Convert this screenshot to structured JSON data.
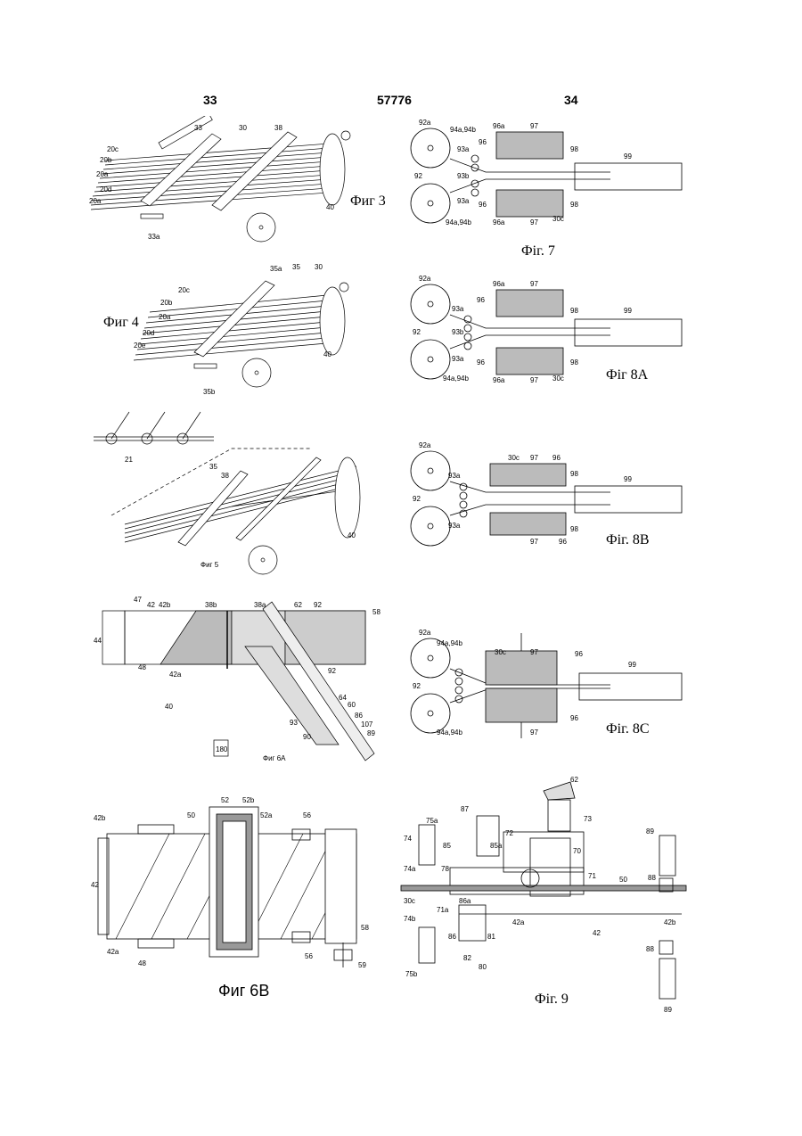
{
  "header": {
    "left_page": "33",
    "patent_number": "57776",
    "right_page": "34"
  },
  "figures": {
    "fig3": {
      "caption": "Фиг 3",
      "labels": [
        "33",
        "30",
        "38",
        "20c",
        "20b",
        "20a",
        "20d",
        "20a",
        "33a",
        "40"
      ]
    },
    "fig4": {
      "caption": "Фиг 4",
      "labels": [
        "35a",
        "35",
        "30",
        "20c",
        "20b",
        "20a",
        "20d",
        "20e",
        "40",
        "35b"
      ]
    },
    "fig5": {
      "caption": "Фиг 5",
      "labels": [
        "21",
        "35",
        "38",
        "40"
      ]
    },
    "fig6a": {
      "caption": "Фиг 6A",
      "labels": [
        "47",
        "42",
        "42b",
        "38b",
        "38a",
        "62",
        "92",
        "58",
        "44",
        "42a",
        "48",
        "92",
        "90",
        "64",
        "60",
        "93",
        "86",
        "107",
        "89",
        "40",
        "180"
      ]
    },
    "fig6b": {
      "caption": "Фиг 6B",
      "labels": [
        "42b",
        "50",
        "52",
        "52b",
        "52a",
        "56",
        "42",
        "42a",
        "48",
        "56",
        "58",
        "59"
      ]
    },
    "fig7": {
      "caption": "Фіг. 7",
      "labels": [
        "92a",
        "94a,94b",
        "96a",
        "97",
        "96",
        "93a",
        "93b",
        "92",
        "93a",
        "96",
        "94a,94b",
        "96a",
        "97",
        "30c",
        "98",
        "99",
        "98"
      ]
    },
    "fig8a": {
      "caption": "Фіг 8A",
      "labels": [
        "92a",
        "96a",
        "97",
        "93a",
        "96",
        "92",
        "93b",
        "93a",
        "96",
        "94a,94b",
        "96a",
        "97",
        "30c",
        "98",
        "99",
        "98"
      ]
    },
    "fig8b": {
      "caption": "Фіг. 8B",
      "labels": [
        "92a",
        "30c",
        "97",
        "96",
        "93a",
        "98",
        "99",
        "92",
        "93a",
        "97",
        "96",
        "98"
      ]
    },
    "fig8c": {
      "caption": "Фіг. 8C",
      "labels": [
        "92a",
        "94a,94b",
        "30c",
        "97",
        "96",
        "99",
        "92",
        "94a,94b",
        "97",
        "96"
      ]
    },
    "fig9": {
      "caption": "Фіг. 9",
      "labels": [
        "62",
        "87",
        "73",
        "75a",
        "72",
        "70",
        "74",
        "85",
        "85a",
        "89",
        "74a",
        "78",
        "71",
        "88",
        "30c",
        "71a",
        "86a",
        "50",
        "74b",
        "86",
        "81",
        "42a",
        "42",
        "42b",
        "82",
        "80",
        "75b",
        "88",
        "89"
      ]
    }
  }
}
